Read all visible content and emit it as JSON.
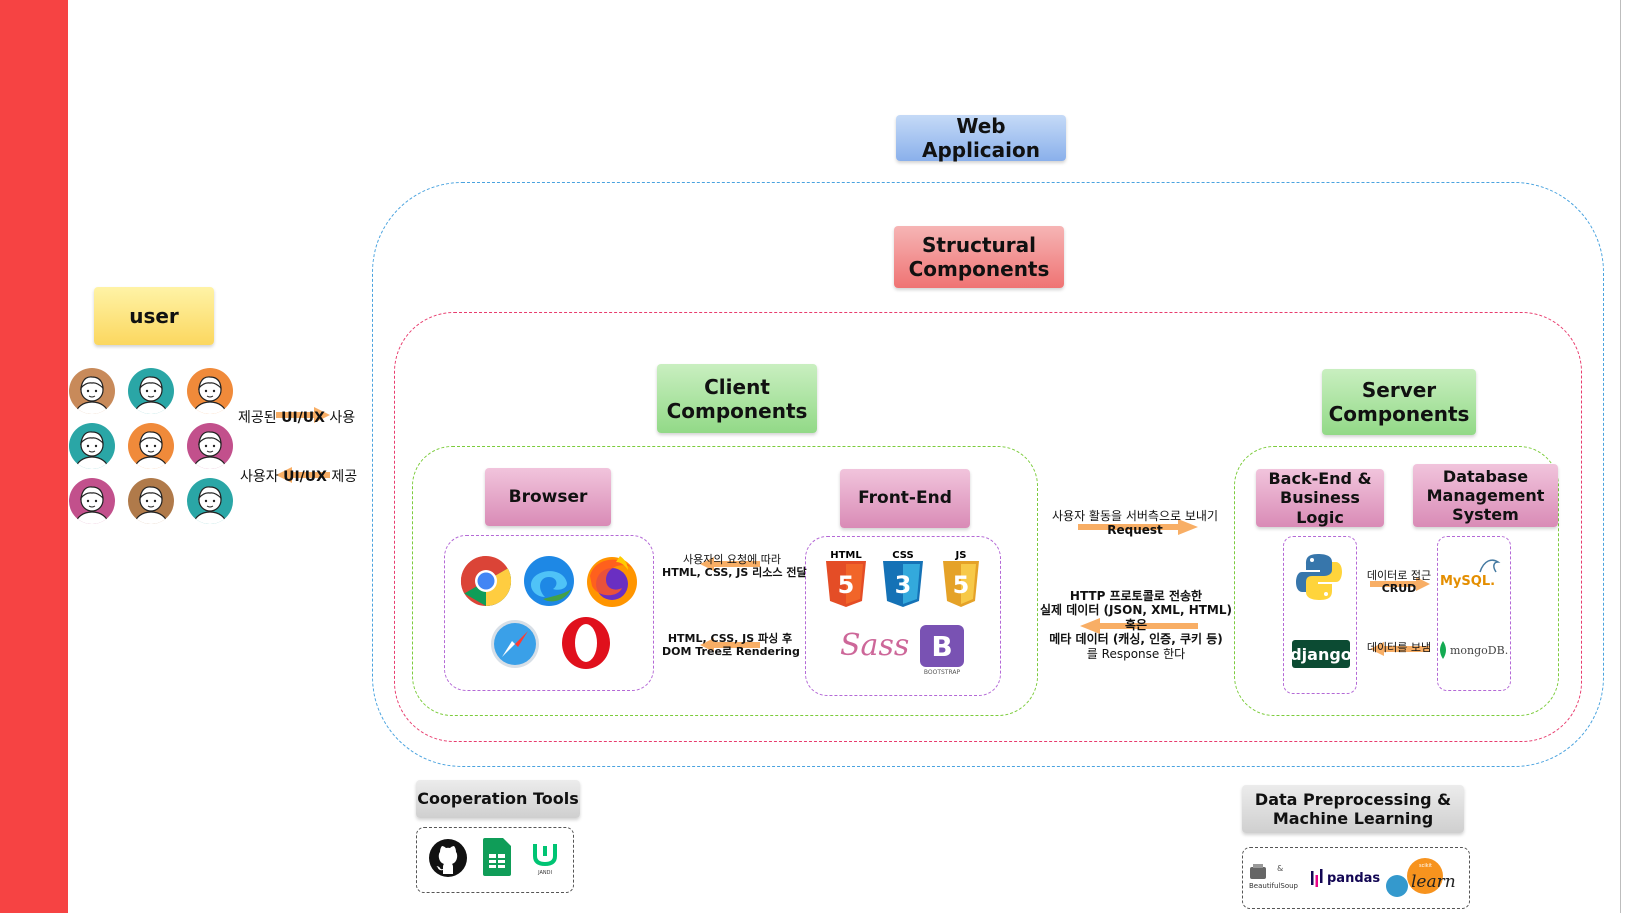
{
  "titles": {
    "web_app": "Web Applicaion",
    "structural": "Structural Components",
    "client": "Client Components",
    "server": "Server Components",
    "user": "user",
    "browser": "Browser",
    "frontend": "Front-End",
    "backend": "Back-End & Business Logic",
    "dbms": "Database Management System",
    "cooperation": "Cooperation Tools",
    "data_ml": "Data Preprocessing & Machine Learning"
  },
  "user_notes": {
    "use_uiux_prefix": "제공된 ",
    "use_uiux_bold": "UI/UX",
    "use_uiux_suffix": " 사용",
    "provide_uiux_prefix": "사용자 ",
    "provide_uiux_bold": "UI/UX",
    "provide_uiux_suffix": " 제공"
  },
  "client_notes": {
    "req_line1": "사용자의 요청에 따라",
    "req_line2": "HTML, CSS, JS 리소스 전달",
    "render_line1": "HTML, CSS, JS 파싱 후",
    "render_line2": "DOM Tree로 Rendering"
  },
  "middle_notes": {
    "request_line1": "사용자 활동을 서버측으로 보내기",
    "request_line2": "Request",
    "response_line1": "HTTP 프로토콜로 전송한",
    "response_line2": "실제 데이터 (JSON, XML, HTML)",
    "response_line3": "혹은",
    "response_line4": "메타 데이터 (캐싱, 인증, 쿠키 등)",
    "response_line5": "를 Response 한다"
  },
  "server_notes": {
    "access_line1": "데이터로 접근",
    "access_line2": "CRUD",
    "send": "데이터를 보냄"
  },
  "logos": {
    "html": "HTML",
    "css": "CSS",
    "js": "JS",
    "sass": "Sass",
    "bootstrap_letter": "B",
    "bootstrap": "BOOTSTRAP",
    "django": "django",
    "mysql": "MySQL.",
    "mongodb": "mongoDB.",
    "jandi": "JANDI",
    "pandas": "pandas",
    "bs_amp": "&",
    "beautifulsoup": "BeautifulSoup",
    "sklearn_small": "scikit",
    "learn": "learn"
  },
  "colors": {
    "red_bar": "#f64343",
    "blue_dash": "#4aa3df",
    "red_dash": "#e83c6e",
    "green_dash": "#7ccc3c",
    "purple_dash": "#b469d6",
    "arrow": "#f7a04a"
  },
  "icons": [
    "chrome-icon",
    "edge-icon",
    "firefox-icon",
    "safari-icon",
    "opera-icon",
    "html5-icon",
    "css3-icon",
    "js-icon",
    "sass-icon",
    "bootstrap-icon",
    "python-icon",
    "django-icon",
    "mysql-icon",
    "mongodb-icon",
    "github-icon",
    "google-sheets-icon",
    "jandi-icon",
    "beautifulsoup-icon",
    "pandas-icon",
    "scikit-learn-icon"
  ]
}
